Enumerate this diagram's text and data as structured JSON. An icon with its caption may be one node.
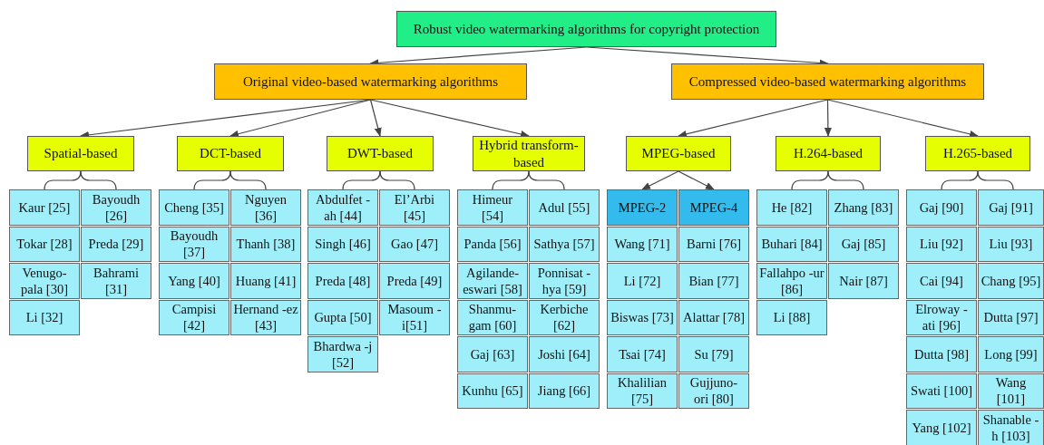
{
  "diagram": {
    "nodes": [
      {
        "text": [
          "Robust video watermarking algorithms for copyright protection"
        ]
      },
      {
        "text": [
          "Original video-based watermarking algorithms"
        ]
      },
      {
        "text": [
          "Compressed video-based watermarking algorithms"
        ]
      },
      {
        "text": [
          "Spatial-based"
        ]
      },
      {
        "text": [
          "DCT-based"
        ]
      },
      {
        "text": [
          "DWT-based"
        ]
      },
      {
        "text": [
          "Hybrid transform-based"
        ]
      },
      {
        "text": [
          "MPEG-based"
        ]
      },
      {
        "text": [
          "H.264-based"
        ]
      },
      {
        "text": [
          "H.265-based"
        ]
      },
      {
        "text": [
          "Kaur [25]"
        ]
      },
      {
        "text": [
          "Bayoudh [26]"
        ]
      },
      {
        "text": [
          "Tokar [28]"
        ]
      },
      {
        "text": [
          "Preda [29]"
        ]
      },
      {
        "text": [
          "Venugo- pala [30]"
        ]
      },
      {
        "text": [
          "Bahrami [31]"
        ]
      },
      {
        "text": [
          "Li [32]"
        ]
      },
      {
        "text": [
          "Cheng [35]"
        ]
      },
      {
        "text": [
          "Nguyen [36]"
        ]
      },
      {
        "text": [
          "Bayoudh [37]"
        ]
      },
      {
        "text": [
          "Thanh [38]"
        ]
      },
      {
        "text": [
          "Yang [40]"
        ]
      },
      {
        "text": [
          "Huang [41]"
        ]
      },
      {
        "text": [
          "Campisi [42]"
        ]
      },
      {
        "text": [
          "Hernand -ez [43]"
        ]
      },
      {
        "text": [
          "Abdulfet -ah [44]"
        ]
      },
      {
        "text": [
          "El’Arbi [45]"
        ]
      },
      {
        "text": [
          "Singh [46]"
        ]
      },
      {
        "text": [
          "Gao [47]"
        ]
      },
      {
        "text": [
          "Preda [48]"
        ]
      },
      {
        "text": [
          "Preda [49]"
        ]
      },
      {
        "text": [
          "Gupta [50]"
        ]
      },
      {
        "text": [
          "Masoum -i[51]"
        ]
      },
      {
        "text": [
          "Bhardwa -j [52]"
        ]
      },
      {
        "text": [
          "Himeur [54]"
        ]
      },
      {
        "text": [
          "Adul [55]"
        ]
      },
      {
        "text": [
          "Panda [56]"
        ]
      },
      {
        "text": [
          "Sathya [57]"
        ]
      },
      {
        "text": [
          "Agilande- eswari [58]"
        ]
      },
      {
        "text": [
          "Ponnisat -hya [59]"
        ]
      },
      {
        "text": [
          "Shanmu- gam [60]"
        ]
      },
      {
        "text": [
          "Kerbiche [62]"
        ]
      },
      {
        "text": [
          "Gaj [63]"
        ]
      },
      {
        "text": [
          "Joshi [64]"
        ]
      },
      {
        "text": [
          "Kunhu [65]"
        ]
      },
      {
        "text": [
          "Jiang [66]"
        ]
      },
      {
        "text": [
          "MPEG-2"
        ]
      },
      {
        "text": [
          "MPEG-4"
        ]
      },
      {
        "text": [
          "Wang [71]"
        ]
      },
      {
        "text": [
          "Barni [76]"
        ]
      },
      {
        "text": [
          "Li [72]"
        ]
      },
      {
        "text": [
          "Bian [77]"
        ]
      },
      {
        "text": [
          "Biswas [73]"
        ]
      },
      {
        "text": [
          "Alattar [78]"
        ]
      },
      {
        "text": [
          "Tsai [74]"
        ]
      },
      {
        "text": [
          "Su [79]"
        ]
      },
      {
        "text": [
          "Khalilian [75]"
        ]
      },
      {
        "text": [
          "Gujjuno- ori [80]"
        ]
      },
      {
        "text": [
          "He [82]"
        ]
      },
      {
        "text": [
          "Zhang [83]"
        ]
      },
      {
        "text": [
          "Buhari [84]"
        ]
      },
      {
        "text": [
          "Gaj [85]"
        ]
      },
      {
        "text": [
          "Fallahpo -ur [86]"
        ]
      },
      {
        "text": [
          "Nair [87]"
        ]
      },
      {
        "text": [
          "Li [88]"
        ]
      },
      {
        "text": [
          "Gaj [90]"
        ]
      },
      {
        "text": [
          "Gaj [91]"
        ]
      },
      {
        "text": [
          "Liu [92]"
        ]
      },
      {
        "text": [
          "Liu [93]"
        ]
      },
      {
        "text": [
          "Cai [94]"
        ]
      },
      {
        "text": [
          "Chang [95]"
        ]
      },
      {
        "text": [
          "Elroway -ati [96]"
        ]
      },
      {
        "text": [
          "Dutta [97]"
        ]
      },
      {
        "text": [
          "Dutta [98]"
        ]
      },
      {
        "text": [
          "Long [99]"
        ]
      },
      {
        "text": [
          "Swati [100]"
        ]
      },
      {
        "text": [
          "Wang [101]"
        ]
      },
      {
        "text": [
          "Yang [102]"
        ]
      },
      {
        "text": [
          "Shanable -h [103]"
        ]
      }
    ],
    "edges": [
      {
        "from": 0,
        "to": 1,
        "arrow": "to"
      },
      {
        "from": 0,
        "to": 2,
        "arrow": "to"
      },
      {
        "from": 1,
        "to": 3,
        "arrow": "to"
      },
      {
        "from": 1,
        "to": 4,
        "arrow": "to"
      },
      {
        "from": 1,
        "to": 5,
        "arrow": "to"
      },
      {
        "from": 1,
        "to": 6,
        "arrow": "to"
      },
      {
        "from": 2,
        "to": 7,
        "arrow": "to"
      },
      {
        "from": 2,
        "to": 8,
        "arrow": "to"
      },
      {
        "from": 2,
        "to": 9,
        "arrow": "to"
      },
      {
        "from": 3,
        "to": 10,
        "arrow": "none"
      },
      {
        "from": 3,
        "to": 11,
        "arrow": "none"
      },
      {
        "from": 4,
        "to": 17,
        "arrow": "none"
      },
      {
        "from": 4,
        "to": 18,
        "arrow": "none"
      },
      {
        "from": 5,
        "to": 25,
        "arrow": "none"
      },
      {
        "from": 5,
        "to": 26,
        "arrow": "none"
      },
      {
        "from": 6,
        "to": 34,
        "arrow": "none"
      },
      {
        "from": 6,
        "to": 35,
        "arrow": "none"
      },
      {
        "from": 7,
        "to": 46,
        "arrow": "to"
      },
      {
        "from": 7,
        "to": 47,
        "arrow": "to"
      },
      {
        "from": 8,
        "to": 58,
        "arrow": "none"
      },
      {
        "from": 8,
        "to": 59,
        "arrow": "none"
      },
      {
        "from": 9,
        "to": 65,
        "arrow": "none"
      },
      {
        "from": 9,
        "to": 66,
        "arrow": "none"
      }
    ]
  }
}
